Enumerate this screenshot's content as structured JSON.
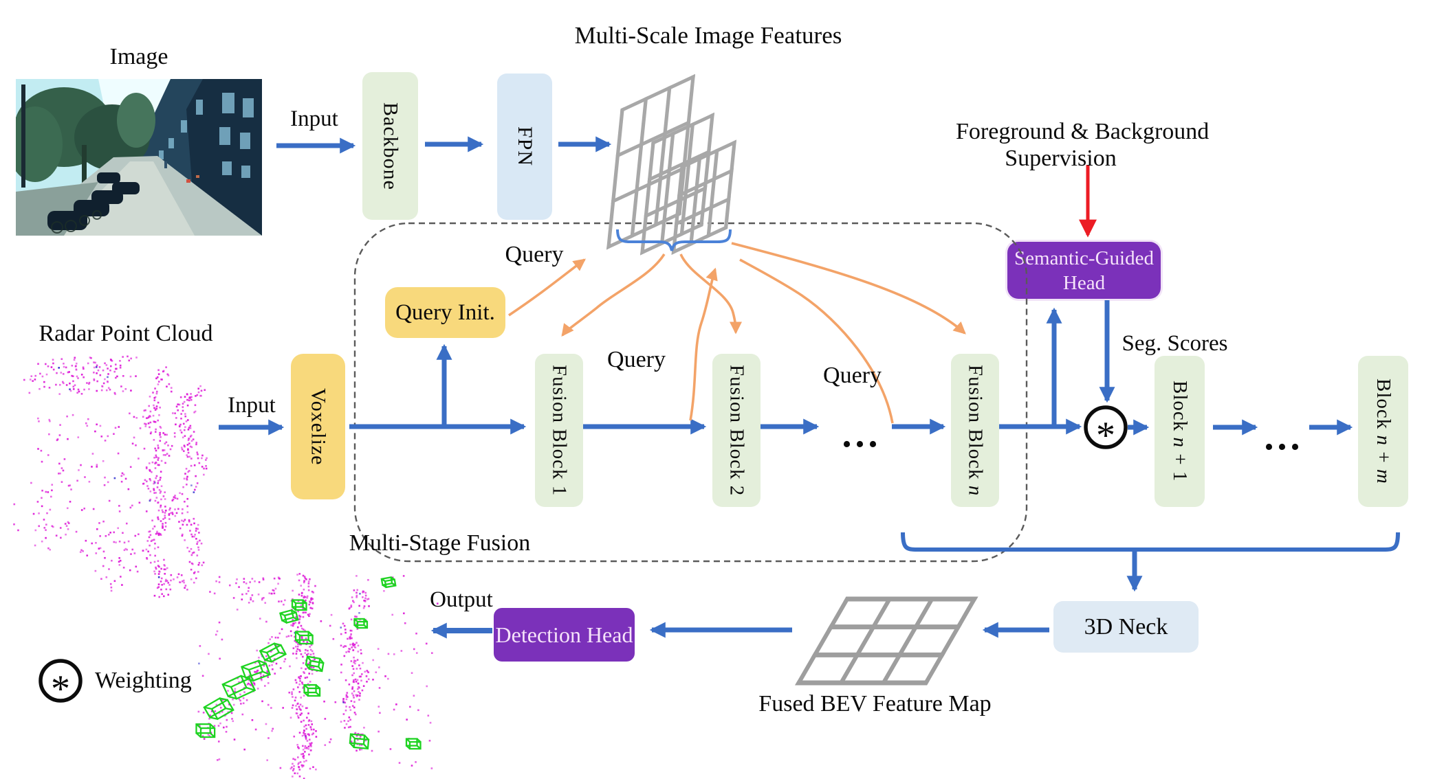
{
  "header": {
    "image_label": "Image",
    "input": "Input",
    "backbone": "Backbone",
    "fpn": "FPN",
    "multi_scale_title": "Multi-Scale Image Features"
  },
  "supervision": {
    "line1": "Foreground & Background",
    "line2": "Supervision",
    "sgh_line1": "Semantic-Guided",
    "sgh_line2": "Head",
    "seg_scores": "Seg. Scores"
  },
  "fusion": {
    "region_label": "Multi-Stage Fusion",
    "query_init": "Query Init.",
    "query1": "Query",
    "query2": "Query",
    "query3": "Query",
    "dots": "...",
    "blocks": [
      {
        "text": "Fusion Block 1",
        "math": ""
      },
      {
        "text": "Fusion Block 2",
        "math": ""
      },
      {
        "text": "Fusion Block ",
        "math": "n"
      }
    ]
  },
  "radar": {
    "label": "Radar Point Cloud",
    "input": "Input",
    "voxelize": "Voxelize"
  },
  "tail": {
    "dots": "...",
    "blocks": [
      {
        "text": "Block ",
        "math": "n",
        "text2": " + 1",
        "math2": ""
      },
      {
        "text": "Block ",
        "math": "n",
        "text2": " + ",
        "math2": "m"
      }
    ],
    "weight_symbol": "*"
  },
  "bottom": {
    "neck": "3D Neck",
    "bev_label": "Fused BEV Feature Map",
    "detection_head": "Detection Head",
    "output": "Output"
  },
  "legend": {
    "symbol": "*",
    "label": "Weighting"
  },
  "colors": {
    "accent_blue": "#3a6ec5",
    "brace_blue": "#4b82d8",
    "orange": "#f3a368",
    "red": "#ec1c24",
    "purple": "#7b31ba",
    "yellow": "#f8d97c",
    "box_green": "#e4efdb",
    "box_blue": "#d9e8f5",
    "box_lightblue": "#dfeaf4",
    "magenta": "#de1fd8",
    "wire_green": "#1ed321",
    "grid_gray": "#a8a8a8",
    "dash_gray": "#5a5a5a"
  }
}
